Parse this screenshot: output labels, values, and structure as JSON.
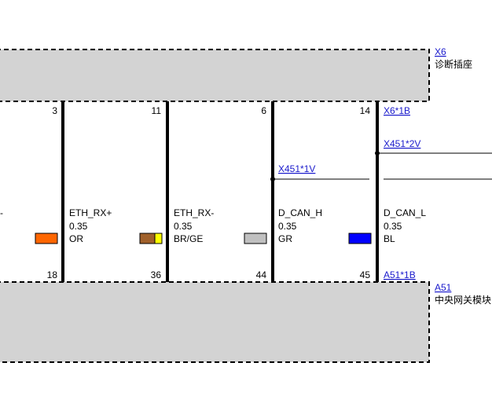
{
  "connectors": {
    "top": {
      "id": "X6",
      "name": "诊断插座"
    },
    "bottom": {
      "id": "A51",
      "name": "中央网关模块"
    }
  },
  "partial_label": "X-",
  "wires": [
    {
      "top_pin": "3",
      "bottom_pin": "18",
      "signal": "ETH_RX+",
      "gauge": "0.35",
      "color_code": "OR",
      "swatch": [
        "#ff6600"
      ]
    },
    {
      "top_pin": "11",
      "bottom_pin": "36",
      "signal": "ETH_RX-",
      "gauge": "0.35",
      "color_code": "BR/GE",
      "swatch": [
        "#a0602a",
        "#ffff00"
      ]
    },
    {
      "top_pin": "6",
      "bottom_pin": "44",
      "signal": "D_CAN_H",
      "gauge": "0.35",
      "color_code": "GR",
      "swatch": [
        "#c0c0c0"
      ]
    },
    {
      "top_pin": "14",
      "bottom_pin": "45",
      "signal": "D_CAN_L",
      "gauge": "0.35",
      "color_code": "BL",
      "swatch": [
        "#0000ff"
      ]
    }
  ],
  "pin_refs": {
    "top": "X6*1B",
    "bottom": "A51*1B"
  },
  "splices": {
    "can_h": "X451*1V",
    "can_l": "X451*2V"
  }
}
